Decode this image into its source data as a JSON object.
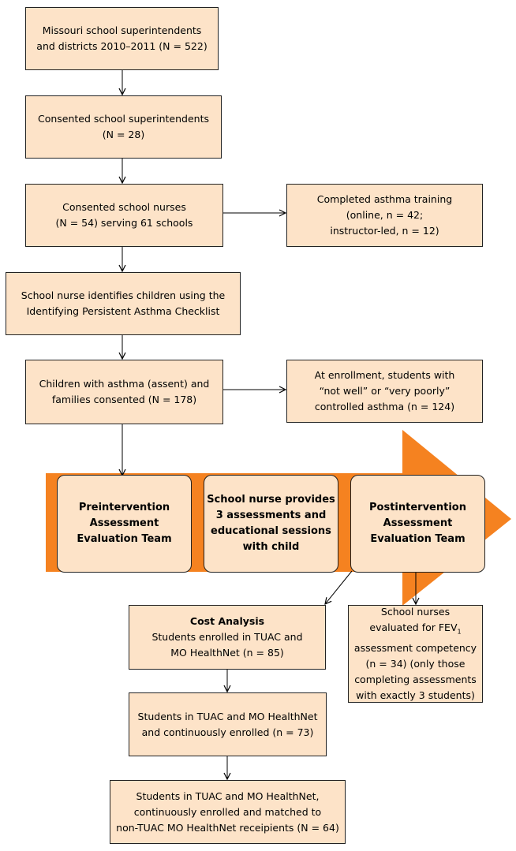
{
  "box1": [
    "Missouri school superintendents",
    "and districts 2010–2011 (N = 522)"
  ],
  "box2": [
    "Consented school superintendents",
    "(N = 28)"
  ],
  "box3": [
    "Consented school nurses",
    "(N = 54) serving 61 schools"
  ],
  "box3_side": [
    "Completed asthma training",
    "(online, n = 42;",
    "instructor-led, n = 12)"
  ],
  "box4": [
    "School nurse identifies children using the",
    "Identifying Persistent Asthma Checklist"
  ],
  "box5": [
    "Children with asthma (assent) and",
    "families consented (N = 178)"
  ],
  "box5_side": [
    "At enrollment, students with",
    "“not well” or “very poorly”",
    "controlled asthma (n = 124)"
  ],
  "phase_pre": [
    "Preintervention",
    "Assessment",
    "Evaluation Team"
  ],
  "phase_mid": [
    "School nurse provides",
    "3 assessments and",
    "educational sessions",
    "with child"
  ],
  "phase_post": [
    "Postintervention",
    "Assessment",
    "Evaluation Team"
  ],
  "cost": {
    "heading": "Cost Analysis",
    "lines": [
      "Students enrolled in TUAC and",
      "MO HealthNet (n = 85)"
    ]
  },
  "nurses_eval": {
    "line1": "School nurses",
    "line2_prefix": "evaluated for FEV",
    "line2_sub": "1",
    "lines": [
      "assessment competency",
      "(n = 34) (only those",
      "completing assessments",
      "with exactly 3 students)"
    ]
  },
  "box_cont": [
    "Students in TUAC and MO HealthNet",
    "and continuously enrolled (n = 73)"
  ],
  "box_match": [
    "Students in TUAC and MO HealthNet,",
    "continuously enrolled and matched to",
    "non-TUAC MO HealthNet receipients (N = 64)"
  ],
  "colors": {
    "box_fill": "#fde3c8",
    "arrow_orange": "#f58220"
  }
}
